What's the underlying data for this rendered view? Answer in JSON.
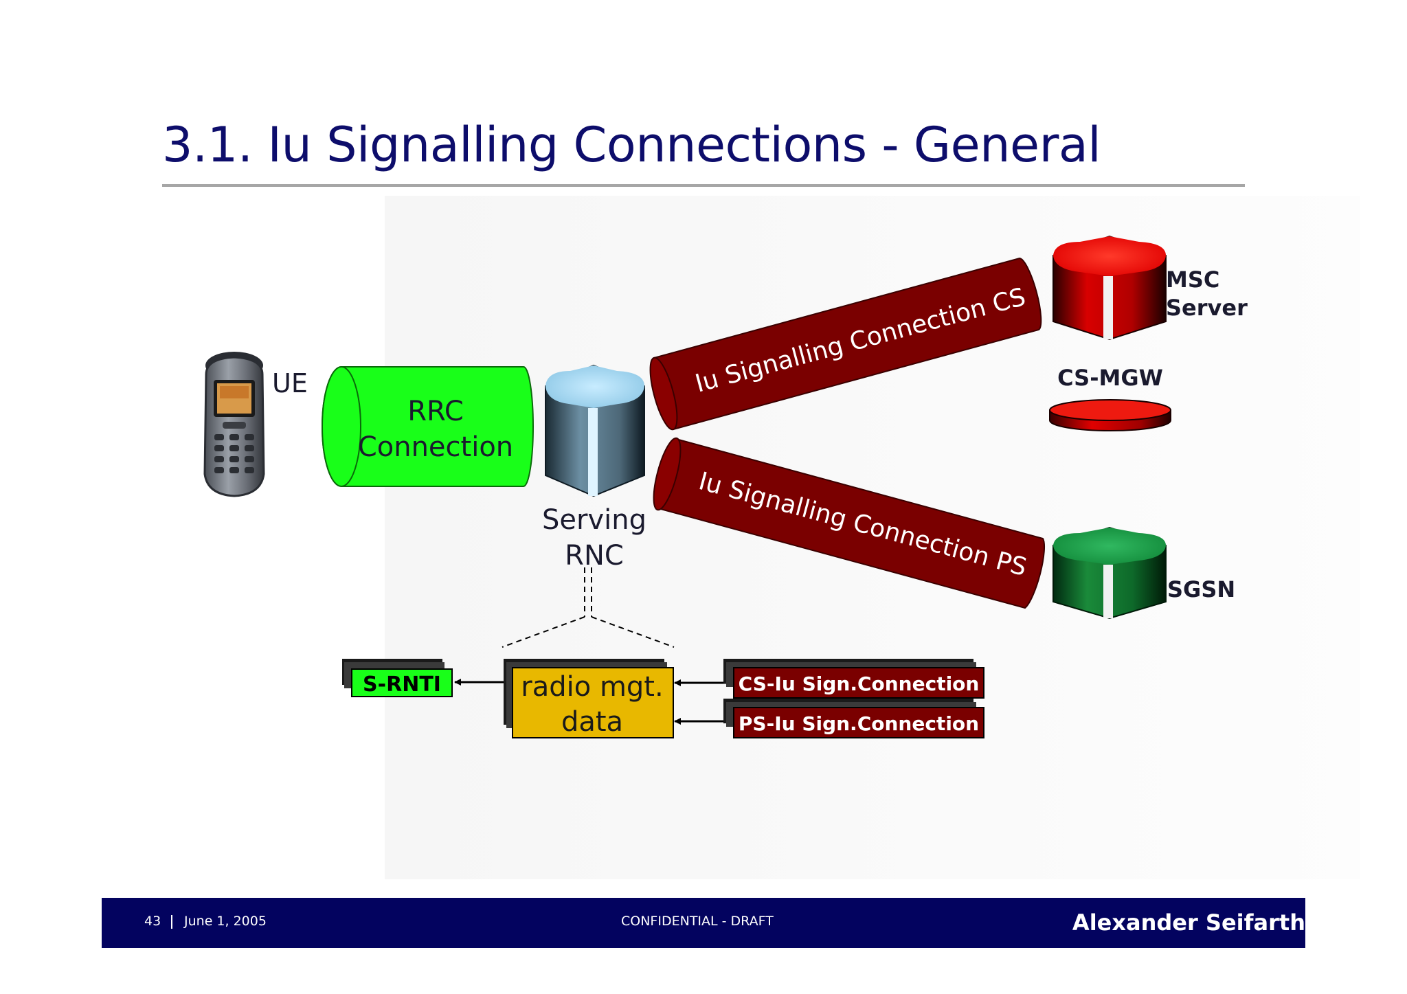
{
  "slide": {
    "title": "3.1. Iu Signalling Connections - General"
  },
  "diagram": {
    "ue_label": "UE",
    "rrc_line1": "RRC",
    "rrc_line2": "Connection",
    "rnc_line1": "Serving",
    "rnc_line2": "RNC",
    "cs_pipe_label": "Iu Signalling Connection CS",
    "ps_pipe_label": "Iu Signalling Connection PS",
    "msc_line1": "MSC",
    "msc_line2": "Server",
    "mgw_label": "CS-MGW",
    "sgsn_label": "SGSN",
    "srnti_label": "S-RNTI",
    "radio_line1": "radio mgt.",
    "radio_line2": "data",
    "cs_conn_label": "CS-Iu Sign.Connection",
    "ps_conn_label": "PS-Iu Sign.Connection"
  },
  "colors": {
    "title": "#0d0d6b",
    "rrc_green": "#19ff19",
    "pipe_red": "#7a0000",
    "radio_yellow": "#e8b800",
    "footer_bg": "#03035f"
  },
  "footer": {
    "page_number": "43",
    "date": "June 1, 2005",
    "center": "CONFIDENTIAL - DRAFT",
    "author": "Alexander Seifarth"
  }
}
